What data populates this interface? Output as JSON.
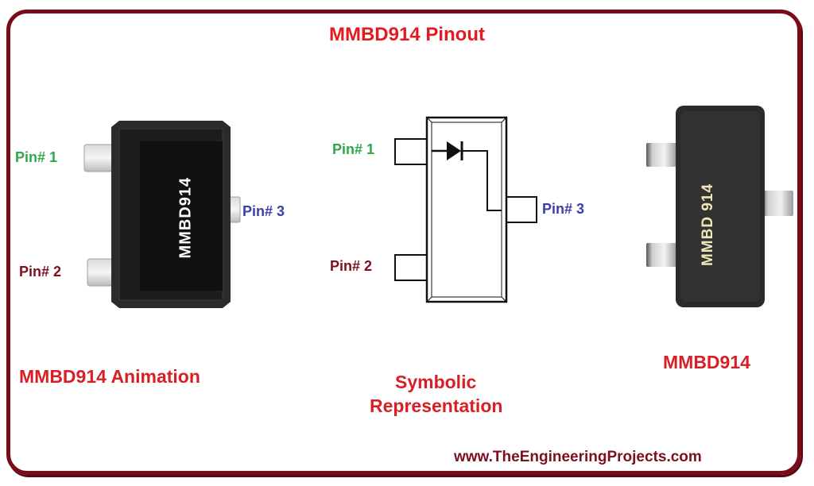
{
  "title": "MMBD914 Pinout",
  "left_panel": {
    "caption": "MMBD914 Animation",
    "chip_marking": "MMBD914",
    "pins": [
      "Pin# 1",
      "Pin# 2",
      "Pin# 3"
    ]
  },
  "center_panel": {
    "caption_line1": "Symbolic",
    "caption_line2": "Representation",
    "symbol": "diode-icon",
    "pins": [
      "Pin# 1",
      "Pin# 2",
      "Pin# 3"
    ]
  },
  "right_panel": {
    "caption": "MMBD914",
    "chip_marking": "MMBD 914"
  },
  "footer": {
    "website": "www.TheEngineeringProjects.com"
  },
  "colors": {
    "frame": "#7a0c1a",
    "title": "#e21b23",
    "pin1": "#2fa84a",
    "pin2": "#7d1020",
    "pin3": "#3b3fa8"
  }
}
